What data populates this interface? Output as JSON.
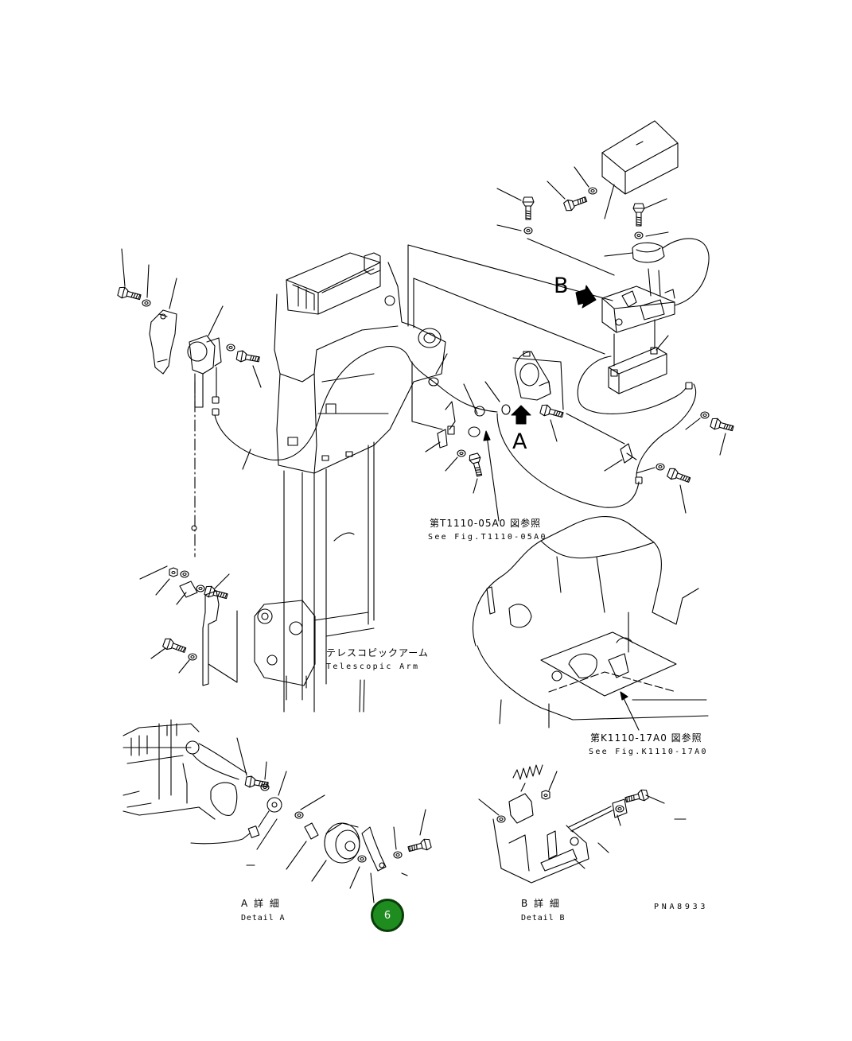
{
  "labels": {
    "callout_b": "B",
    "callout_a": "A",
    "ref_t1110_jp": "第T1110-05A0 図参照",
    "ref_t1110_en": "See Fig.T1110-05A0",
    "telescopic_jp": "テレスコピックアーム",
    "telescopic_en": "Telescopic Arm",
    "ref_k1110_jp": "第K1110-17A0 図参照",
    "ref_k1110_en": "See Fig.K1110-17A0",
    "detail_a_jp": "A 詳 細",
    "detail_a_en": "Detail A",
    "detail_b_jp": "B 詳 細",
    "detail_b_en": "Detail B",
    "drawing_code": "PNA8933"
  },
  "badge": {
    "number": "6"
  },
  "colors": {
    "line": "#000000",
    "background": "#ffffff",
    "badge_fill": "#1e8c1e",
    "badge_border": "#0b3d0b"
  }
}
